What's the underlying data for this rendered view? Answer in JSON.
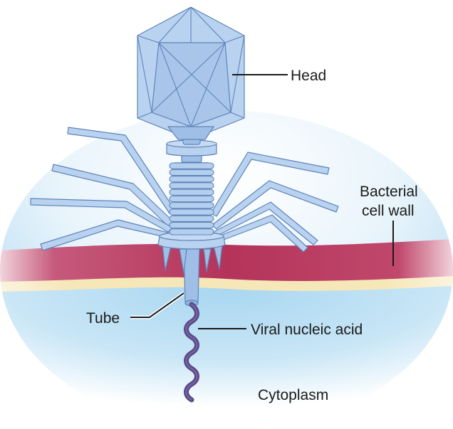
{
  "labels": {
    "head": "Head",
    "cell_wall_line1": "Bacterial",
    "cell_wall_line2": "cell wall",
    "tube": "Tube",
    "nucleic_acid": "Viral nucleic acid",
    "cytoplasm": "Cytoplasm"
  },
  "colors": {
    "phage": "#9fbfe6",
    "phage_outline": "#5f84b8",
    "cell_wall": "#b4335a",
    "membrane": "#f6e7b8",
    "cytoplasm": "#b9dcf2",
    "nucleic_acid": "#5a4a86"
  }
}
